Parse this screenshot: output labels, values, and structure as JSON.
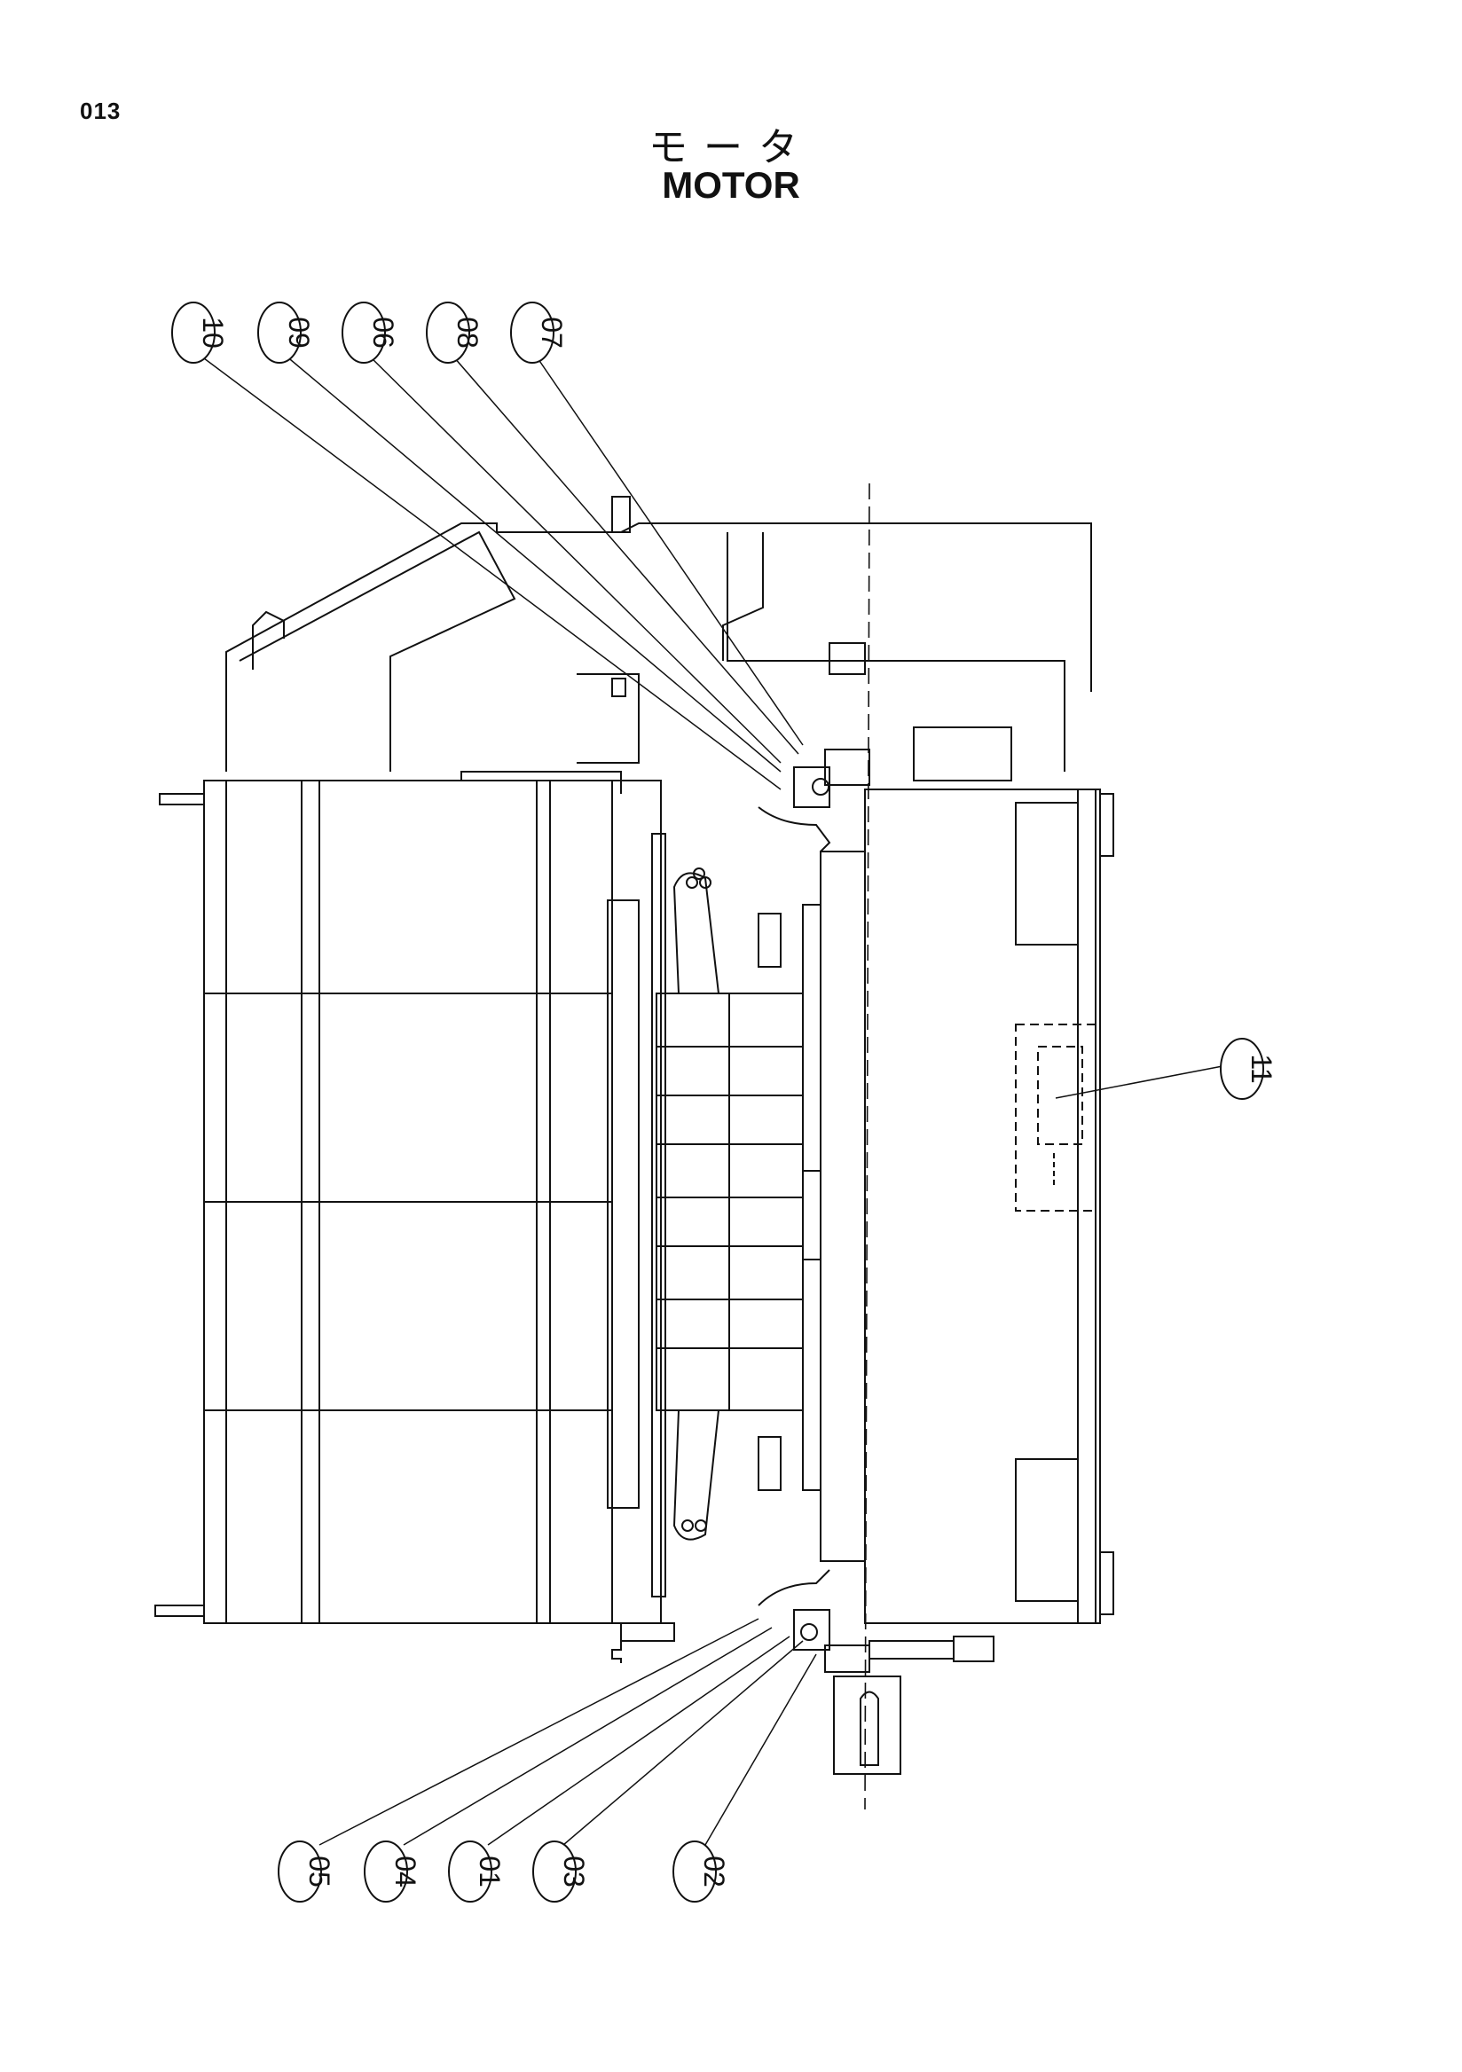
{
  "page": {
    "number": "013"
  },
  "title": {
    "japanese": "モータ",
    "english": "MOTOR"
  },
  "callouts": [
    {
      "id": "10",
      "label": "10"
    },
    {
      "id": "09",
      "label": "09"
    },
    {
      "id": "06",
      "label": "06"
    },
    {
      "id": "08",
      "label": "08"
    },
    {
      "id": "07",
      "label": "07"
    },
    {
      "id": "11",
      "label": "11"
    },
    {
      "id": "05",
      "label": "05"
    },
    {
      "id": "04",
      "label": "04"
    },
    {
      "id": "01",
      "label": "01"
    },
    {
      "id": "03",
      "label": "03"
    },
    {
      "id": "02",
      "label": "02"
    }
  ],
  "colors": {
    "line": "#111111",
    "background": "#ffffff"
  }
}
